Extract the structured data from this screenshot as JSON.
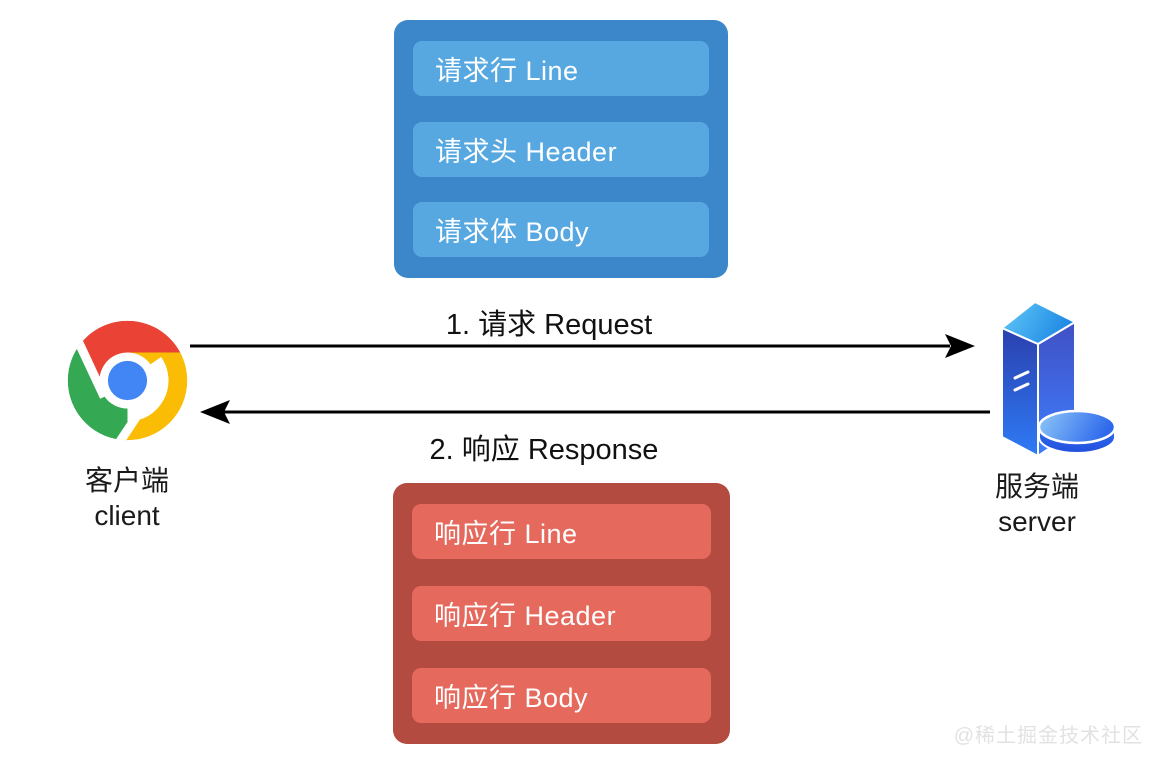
{
  "request_box": {
    "items": [
      {
        "label": "请求行 Line"
      },
      {
        "label": "请求头 Header"
      },
      {
        "label": "请求体 Body"
      }
    ],
    "outer_color": "#3B87C9",
    "inner_color": "#57A8E1"
  },
  "response_box": {
    "items": [
      {
        "label": "响应行 Line"
      },
      {
        "label": "响应行 Header"
      },
      {
        "label": "响应行 Body"
      }
    ],
    "outer_color": "#B34B41",
    "inner_color": "#E5695C"
  },
  "flow": {
    "request_label": "1. 请求 Request",
    "response_label": "2. 响应 Response",
    "arrow_color": "#000000"
  },
  "client": {
    "label_zh": "客户端",
    "label_en": "client",
    "icon": "chrome-logo-icon"
  },
  "server": {
    "label_zh": "服务端",
    "label_en": "server",
    "icon": "server-tower-database-icon"
  },
  "watermark": "@稀土掘金技术社区",
  "colors": {
    "chrome_red": "#EA4335",
    "chrome_green": "#34A853",
    "chrome_yellow": "#FBBC05",
    "chrome_blue": "#4285F4",
    "text": "#1A1A1A",
    "watermark": "#E2E2E4"
  }
}
